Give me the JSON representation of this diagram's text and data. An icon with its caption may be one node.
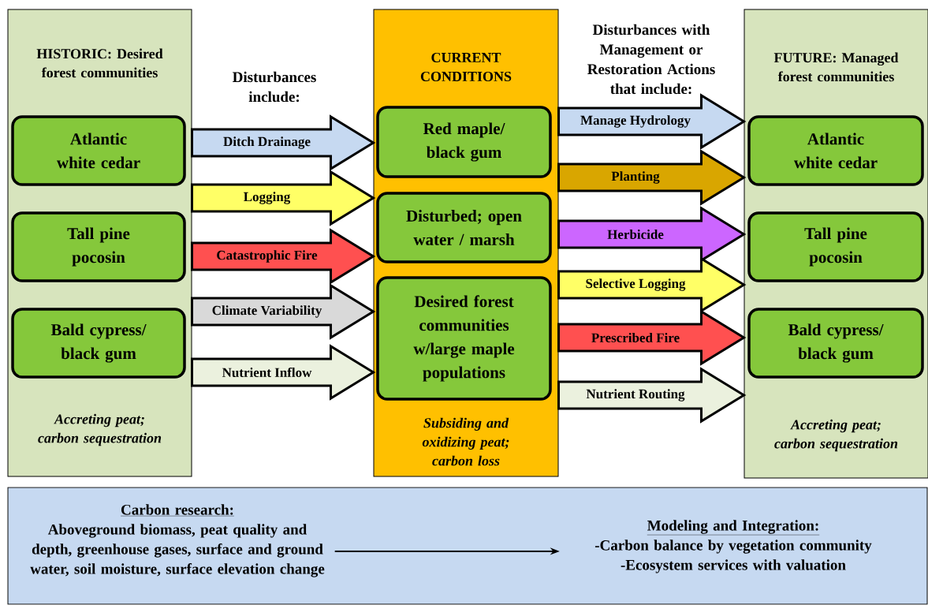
{
  "diagram": {
    "nodes": [
      {
        "text": [
          "HISTORIC: Desired forest communities",
          "Accreting peat; carbon sequestration"
        ]
      },
      {
        "text": [
          "Atlantic white cedar"
        ],
        "in": 0
      },
      {
        "text": [
          "Tall pine pocosin"
        ],
        "in": 0
      },
      {
        "text": [
          "Bald cypress/ black gum"
        ],
        "in": 0
      },
      {
        "text": [
          "CURRENT CONDITIONS",
          "Subsiding and oxidizing peat; carbon loss"
        ]
      },
      {
        "text": [
          "Red maple/ black gum"
        ],
        "in": 4
      },
      {
        "text": [
          "Disturbed; open water / marsh"
        ],
        "in": 4
      },
      {
        "text": [
          "Desired forest communities w/large maple populations"
        ],
        "in": 4
      },
      {
        "text": [
          "FUTURE: Managed forest communities",
          "Accreting peat; carbon sequestration"
        ]
      },
      {
        "text": [
          "Atlantic white cedar"
        ],
        "in": 8
      },
      {
        "text": [
          "Tall pine pocosin"
        ],
        "in": 8
      },
      {
        "text": [
          "Bald cypress/ black gum"
        ],
        "in": 8
      },
      {
        "text": [],
        "shape": "box"
      },
      {
        "text": [
          "Carbon research:",
          "Aboveground biomass, peat quality and depth, greenhouse gases, surface and ground water, soil moisture, surface elevation change"
        ],
        "in": 12
      },
      {
        "text": [
          "Modeling and Integration:",
          "-Carbon balance by vegetation community",
          "-Ecosystem services with valuation"
        ],
        "in": 12
      }
    ],
    "edges": [
      {
        "from": 0,
        "to": 4,
        "arrow": "to",
        "label": "Ditch Drainage",
        "color": "#c6d9f1"
      },
      {
        "from": 0,
        "to": 4,
        "arrow": "to",
        "label": "Logging",
        "color": "#ffff66"
      },
      {
        "from": 0,
        "to": 4,
        "arrow": "to",
        "label": "Catastrophic Fire",
        "color": "#ff5050"
      },
      {
        "from": 0,
        "to": 4,
        "arrow": "to",
        "label": "Climate Variability",
        "color": "#d9d9d9"
      },
      {
        "from": 0,
        "to": 4,
        "arrow": "to",
        "label": "Nutrient Inflow",
        "color": "#ebf1de"
      },
      {
        "from": 4,
        "to": 8,
        "arrow": "to",
        "label": "Manage Hydrology",
        "color": "#c6d9f1"
      },
      {
        "from": 4,
        "to": 8,
        "arrow": "to",
        "label": "Planting",
        "color": "#d9a600"
      },
      {
        "from": 4,
        "to": 8,
        "arrow": "to",
        "label": "Herbicide",
        "color": "#cc66ff"
      },
      {
        "from": 4,
        "to": 8,
        "arrow": "to",
        "label": "Selective Logging",
        "color": "#ffff66"
      },
      {
        "from": 4,
        "to": 8,
        "arrow": "to",
        "label": "Prescribed Fire",
        "color": "#ff5050"
      },
      {
        "from": 4,
        "to": 8,
        "arrow": "to",
        "label": "Nutrient Routing",
        "color": "#ebf1de"
      },
      {
        "from": 13,
        "to": 14,
        "arrow": "to"
      }
    ],
    "labels": [
      "Disturbances include:",
      "Disturbances with Management or Restoration Actions that include:"
    ]
  }
}
